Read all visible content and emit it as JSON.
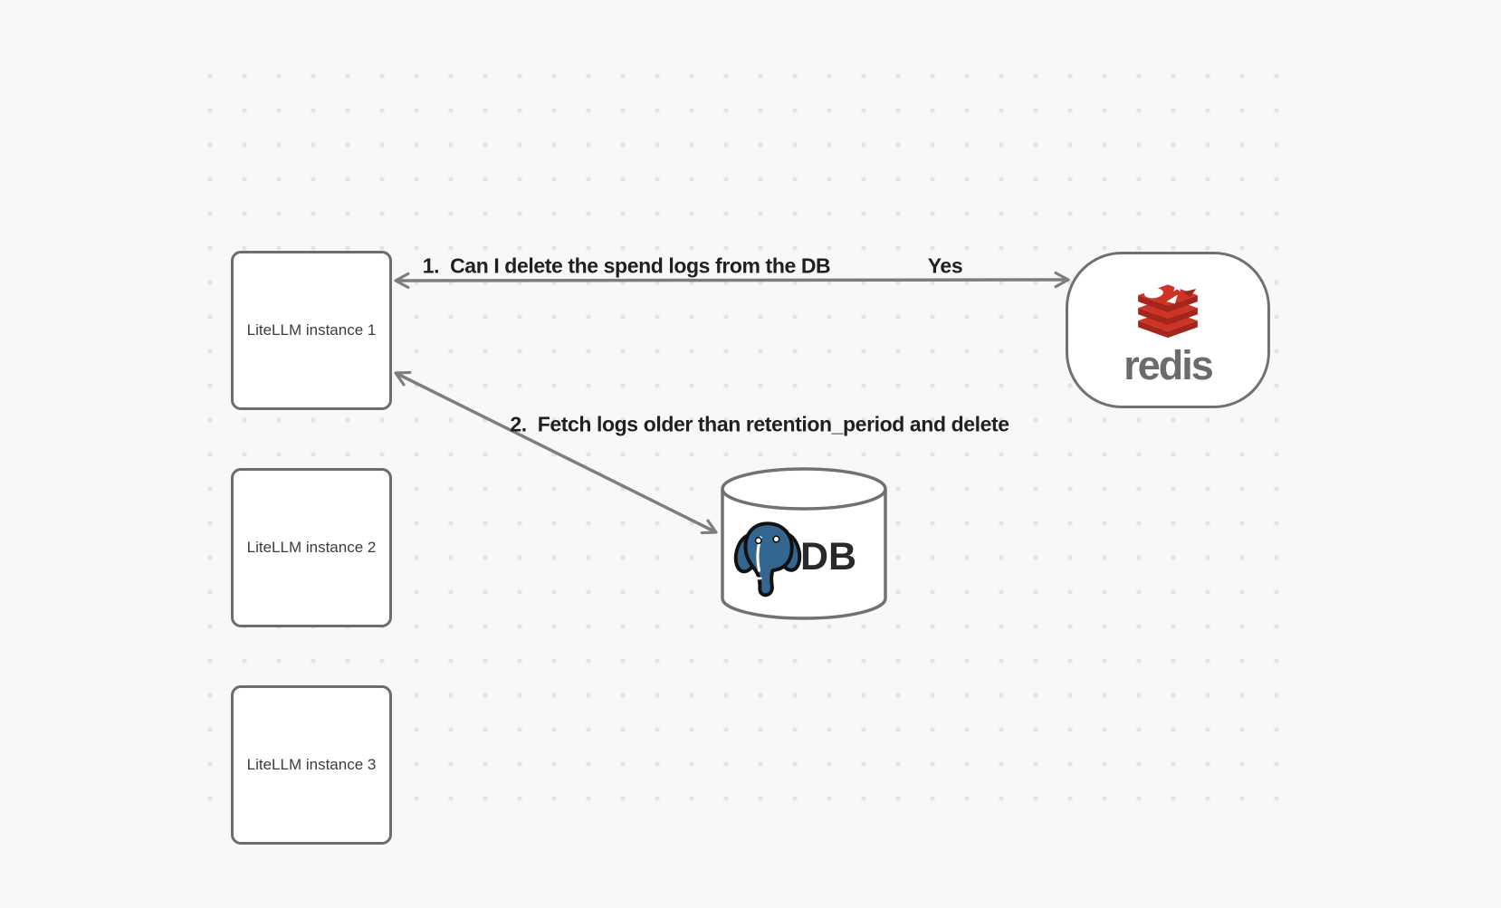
{
  "app": {
    "type": "diagram-canvas"
  },
  "colors": {
    "background": "#f8f8f9",
    "grid_dot": "#e4e4e6",
    "shape_stroke": "#6b6e70",
    "shape_fill": "#ffffff",
    "edge_stroke": "#7c7e80",
    "edge_label_text": "#1e2022",
    "node_label_text": "#3a3d40",
    "redis_red": "#ce3425",
    "redis_red_dark": "#a3261c",
    "redis_wordmark_gray": "#696b6d",
    "postgres_blue": "#336791"
  },
  "nodes": {
    "instance1": {
      "label": "LiteLLM instance 1"
    },
    "instance2": {
      "label": "LiteLLM instance 2"
    },
    "instance3": {
      "label": "LiteLLM instance 3"
    },
    "redis": {
      "wordmark": "redis",
      "icon": "redis-stack-logo"
    },
    "db": {
      "label": "DB",
      "icon": "postgresql-elephant-logo"
    }
  },
  "edges": [
    {
      "label": "1.  Can I delete the spend logs from the DB",
      "response": "Yes",
      "arrows": "both-ends"
    },
    {
      "label": "2.  Fetch logs older than retention_period and delete",
      "arrows": "both-ends"
    }
  ]
}
